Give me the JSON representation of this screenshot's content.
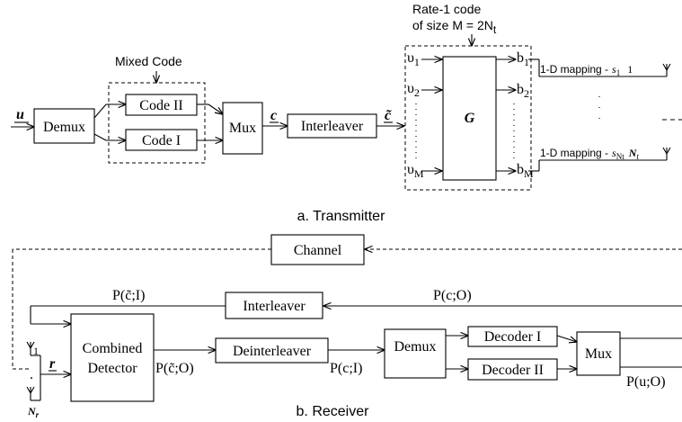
{
  "transmitter": {
    "caption": "a. Transmitter",
    "input_symbol": "u",
    "demux_label": "Demux",
    "mixed_code_label": "Mixed Code",
    "code_ii_label": "Code II",
    "code_i_label": "Code I",
    "mux_label": "Mux",
    "c_symbol": "c",
    "interleaver_label": "Interleaver",
    "c_tilde_symbol": "c̃",
    "rate1_line1": "Rate-1 code",
    "rate1_line2": "of size M = 2N",
    "rate1_sub": "t",
    "g_label": "G",
    "inputs": [
      {
        "base": "υ",
        "sub": "1"
      },
      {
        "base": "υ",
        "sub": "2"
      },
      {
        "base": "υ",
        "sub": "M"
      }
    ],
    "outputs": [
      {
        "base": "b",
        "sub": "1"
      },
      {
        "base": "b",
        "sub": "2"
      },
      {
        "base": "b",
        "sub": "M"
      }
    ],
    "mapping_top": "1-D mapping -",
    "mapping_top_sym": "s",
    "mapping_top_sub": "1",
    "mapping_top_ant": "1",
    "mapping_bottom": "1-D mapping -",
    "mapping_bottom_sym": "s",
    "mapping_bottom_sub": "Nt",
    "mapping_bottom_ant": "N",
    "mapping_bottom_ant_sub": "t"
  },
  "receiver": {
    "caption": "b. Receiver",
    "channel_label": "Channel",
    "interleaver_label": "Interleaver",
    "p_ctilde_i": "P(c̃;I)",
    "p_c_o": "P(c;O)",
    "combined_line1": "Combined",
    "combined_line2": "Detector",
    "deinterleaver_label": "Deinterleaver",
    "p_ctilde_o": "P(c̃;O)",
    "p_c_i": "P(c;I)",
    "demux_label": "Demux",
    "decoder_i_label": "Decoder I",
    "decoder_ii_label": "Decoder II",
    "mux_label": "Mux",
    "p_u_o": "P(u;O)",
    "r_symbol": "r",
    "ant_top": "1",
    "ant_dot": ".",
    "ant_bottom": "N",
    "ant_bottom_sub": "r"
  }
}
